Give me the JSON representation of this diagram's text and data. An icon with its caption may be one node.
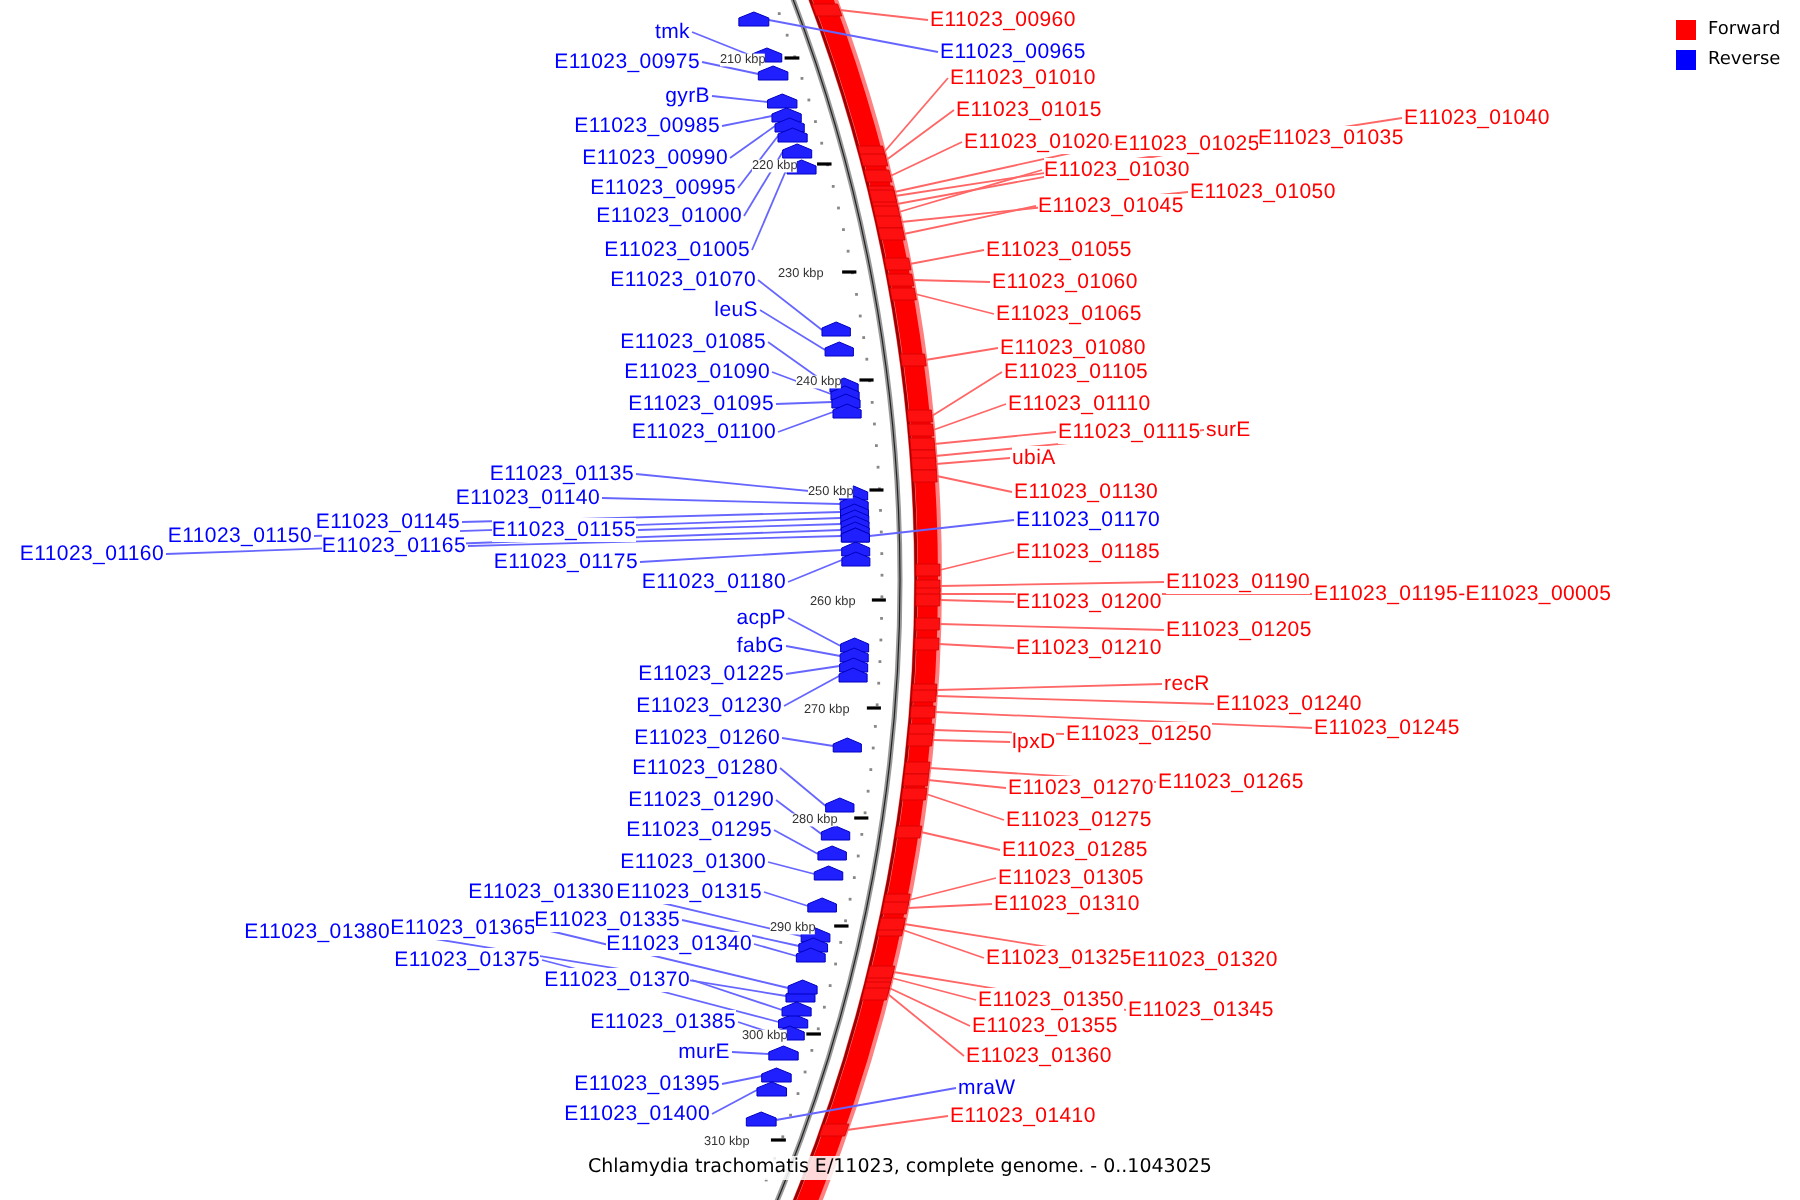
{
  "diagram": {
    "caption": "Chlamydia trachomatis E/11023, complete genome. - 0..1043025",
    "nodes": [
      {
        "text": [
          "tmk"
        ]
      },
      {
        "text": [
          "E11023_00975"
        ]
      },
      {
        "text": [
          "gyrB"
        ]
      },
      {
        "text": [
          "E11023_00985"
        ]
      },
      {
        "text": [
          "E11023_00990"
        ]
      },
      {
        "text": [
          "E11023_00995"
        ]
      },
      {
        "text": [
          "E11023_01000"
        ]
      },
      {
        "text": [
          "E11023_01005"
        ]
      },
      {
        "text": [
          "E11023_01070"
        ]
      },
      {
        "text": [
          "leuS"
        ]
      },
      {
        "text": [
          "E11023_01085"
        ]
      },
      {
        "text": [
          "E11023_01090"
        ]
      },
      {
        "text": [
          "E11023_01095"
        ]
      },
      {
        "text": [
          "E11023_01100"
        ]
      },
      {
        "text": [
          "E11023_01135"
        ]
      },
      {
        "text": [
          "E11023_01140"
        ]
      },
      {
        "text": [
          "E11023_01145"
        ]
      },
      {
        "text": [
          "E11023_01150"
        ]
      },
      {
        "text": [
          "E11023_01155"
        ]
      },
      {
        "text": [
          "E11023_01160"
        ]
      },
      {
        "text": [
          "E11023_01165"
        ]
      },
      {
        "text": [
          "E11023_01175"
        ]
      },
      {
        "text": [
          "E11023_01180"
        ]
      },
      {
        "text": [
          "acpP"
        ]
      },
      {
        "text": [
          "fabG"
        ]
      },
      {
        "text": [
          "E11023_01225"
        ]
      },
      {
        "text": [
          "E11023_01230"
        ]
      },
      {
        "text": [
          "E11023_01260"
        ]
      },
      {
        "text": [
          "E11023_01280"
        ]
      },
      {
        "text": [
          "E11023_01290"
        ]
      },
      {
        "text": [
          "E11023_01295"
        ]
      },
      {
        "text": [
          "E11023_01300"
        ]
      },
      {
        "text": [
          "E11023_01330"
        ]
      },
      {
        "text": [
          "E11023_01315"
        ]
      },
      {
        "text": [
          "E11023_01380"
        ]
      },
      {
        "text": [
          "E11023_01365"
        ]
      },
      {
        "text": [
          "E11023_01335"
        ]
      },
      {
        "text": [
          "E11023_01340"
        ]
      },
      {
        "text": [
          "E11023_01375"
        ]
      },
      {
        "text": [
          "E11023_01370"
        ]
      },
      {
        "text": [
          "E11023_01385"
        ]
      },
      {
        "text": [
          "murE"
        ]
      },
      {
        "text": [
          "E11023_01395"
        ]
      },
      {
        "text": [
          "E11023_01400"
        ]
      },
      {
        "text": [
          "E11023_00960"
        ]
      },
      {
        "text": [
          "E11023_00965"
        ]
      },
      {
        "text": [
          "E11023_01010"
        ]
      },
      {
        "text": [
          "E11023_01015"
        ]
      },
      {
        "text": [
          "E11023_01020"
        ]
      },
      {
        "text": [
          "E11023_01025"
        ]
      },
      {
        "text": [
          "E11023_01035"
        ]
      },
      {
        "text": [
          "E11023_01040"
        ]
      },
      {
        "text": [
          "E11023_01030"
        ]
      },
      {
        "text": [
          "E11023_01050"
        ]
      },
      {
        "text": [
          "E11023_01045"
        ]
      },
      {
        "text": [
          "E11023_01055"
        ]
      },
      {
        "text": [
          "E11023_01060"
        ]
      },
      {
        "text": [
          "E11023_01065"
        ]
      },
      {
        "text": [
          "E11023_01080"
        ]
      },
      {
        "text": [
          "E11023_01105"
        ]
      },
      {
        "text": [
          "E11023_01110"
        ]
      },
      {
        "text": [
          "E11023_01115"
        ]
      },
      {
        "text": [
          "surE"
        ]
      },
      {
        "text": [
          "ubiA"
        ]
      },
      {
        "text": [
          "E11023_01130"
        ]
      },
      {
        "text": [
          "E11023_01170"
        ]
      },
      {
        "text": [
          "E11023_01185"
        ]
      },
      {
        "text": [
          "E11023_01190"
        ]
      },
      {
        "text": [
          "E11023_01195-E11023_00005"
        ]
      },
      {
        "text": [
          "E11023_01200"
        ]
      },
      {
        "text": [
          "E11023_01205"
        ]
      },
      {
        "text": [
          "E11023_01210"
        ]
      },
      {
        "text": [
          "recR"
        ]
      },
      {
        "text": [
          "E11023_01240"
        ]
      },
      {
        "text": [
          "E11023_01245"
        ]
      },
      {
        "text": [
          "E11023_01250"
        ]
      },
      {
        "text": [
          "lpxD"
        ]
      },
      {
        "text": [
          "E11023_01265"
        ]
      },
      {
        "text": [
          "E11023_01270"
        ]
      },
      {
        "text": [
          "E11023_01275"
        ]
      },
      {
        "text": [
          "E11023_01285"
        ]
      },
      {
        "text": [
          "E11023_01305"
        ]
      },
      {
        "text": [
          "E11023_01310"
        ]
      },
      {
        "text": [
          "E11023_01325"
        ]
      },
      {
        "text": [
          "E11023_01320"
        ]
      },
      {
        "text": [
          "E11023_01350"
        ]
      },
      {
        "text": [
          "E11023_01345"
        ]
      },
      {
        "text": [
          "E11023_01355"
        ]
      },
      {
        "text": [
          "E11023_01360"
        ]
      },
      {
        "text": [
          "mraW"
        ]
      },
      {
        "text": [
          "E11023_01410"
        ]
      },
      {
        "text": [],
        "shape": "block"
      },
      {
        "text": [],
        "shape": "block"
      },
      {
        "text": [],
        "shape": "block"
      },
      {
        "text": [],
        "shape": "block"
      },
      {
        "text": [],
        "shape": "block"
      },
      {
        "text": [],
        "shape": "block"
      },
      {
        "text": [],
        "shape": "block"
      },
      {
        "text": [],
        "shape": "block"
      },
      {
        "text": [],
        "shape": "block"
      },
      {
        "text": [],
        "shape": "block"
      },
      {
        "text": [],
        "shape": "block"
      },
      {
        "text": [],
        "shape": "block"
      },
      {
        "text": [],
        "shape": "block"
      },
      {
        "text": [],
        "shape": "block"
      },
      {
        "text": [],
        "shape": "block"
      },
      {
        "text": [],
        "shape": "block"
      },
      {
        "text": [],
        "shape": "block"
      },
      {
        "text": [],
        "shape": "block"
      },
      {
        "text": [],
        "shape": "block"
      },
      {
        "text": [],
        "shape": "block"
      },
      {
        "text": [],
        "shape": "block"
      },
      {
        "text": [],
        "shape": "block"
      },
      {
        "text": [],
        "shape": "block"
      },
      {
        "text": [],
        "shape": "block"
      },
      {
        "text": [],
        "shape": "block"
      },
      {
        "text": [],
        "shape": "block"
      },
      {
        "text": [],
        "shape": "block"
      },
      {
        "text": [],
        "shape": "block"
      },
      {
        "text": [],
        "shape": "block"
      },
      {
        "text": [],
        "shape": "block"
      },
      {
        "text": [],
        "shape": "block"
      },
      {
        "text": [],
        "shape": "block"
      },
      {
        "text": [],
        "shape": "block"
      },
      {
        "text": [],
        "shape": "block"
      },
      {
        "text": [],
        "shape": "block"
      },
      {
        "text": [],
        "shape": "block"
      },
      {
        "text": [],
        "shape": "block"
      },
      {
        "text": [],
        "shape": "block"
      },
      {
        "text": [],
        "shape": "block"
      },
      {
        "text": [],
        "shape": "block"
      },
      {
        "text": [],
        "shape": "block"
      },
      {
        "text": [],
        "shape": "block"
      },
      {
        "text": [],
        "shape": "block"
      },
      {
        "text": [],
        "shape": "block"
      },
      {
        "text": [],
        "shape": "block"
      },
      {
        "text": [],
        "shape": "block"
      },
      {
        "text": [],
        "shape": "block"
      },
      {
        "text": [],
        "shape": "block"
      },
      {
        "text": [],
        "shape": "block"
      },
      {
        "text": [],
        "shape": "block"
      },
      {
        "text": [],
        "shape": "block"
      },
      {
        "text": [],
        "shape": "block"
      },
      {
        "text": [],
        "shape": "block"
      },
      {
        "text": [],
        "shape": "block"
      },
      {
        "text": [],
        "shape": "block"
      },
      {
        "text": [],
        "shape": "block"
      },
      {
        "text": [],
        "shape": "block"
      },
      {
        "text": [],
        "shape": "block"
      },
      {
        "text": [],
        "shape": "block"
      },
      {
        "text": [],
        "shape": "block"
      },
      {
        "text": [],
        "shape": "block"
      },
      {
        "text": [],
        "shape": "block"
      },
      {
        "text": [],
        "shape": "block"
      },
      {
        "text": [],
        "shape": "block"
      },
      {
        "text": [],
        "shape": "block"
      },
      {
        "text": [],
        "shape": "block"
      },
      {
        "text": [],
        "shape": "block"
      },
      {
        "text": [],
        "shape": "block"
      },
      {
        "text": [],
        "shape": "block"
      },
      {
        "text": [],
        "shape": "block"
      },
      {
        "text": [],
        "shape": "block"
      },
      {
        "text": [],
        "shape": "block"
      },
      {
        "text": [],
        "shape": "block"
      },
      {
        "text": [],
        "shape": "block"
      },
      {
        "text": [],
        "shape": "block"
      },
      {
        "text": [],
        "shape": "block"
      },
      {
        "text": [],
        "shape": "block"
      },
      {
        "text": [],
        "shape": "block"
      },
      {
        "text": [],
        "shape": "block"
      },
      {
        "text": [],
        "shape": "block"
      },
      {
        "text": [],
        "shape": "block"
      },
      {
        "text": [],
        "shape": "block"
      },
      {
        "text": [],
        "shape": "block"
      },
      {
        "text": [],
        "shape": "block"
      },
      {
        "text": [],
        "shape": "block"
      },
      {
        "text": [],
        "shape": "block"
      },
      {
        "text": [],
        "shape": "block"
      },
      {
        "text": [],
        "shape": "block"
      },
      {
        "text": [],
        "shape": "block"
      },
      {
        "text": [],
        "shape": "block"
      },
      {
        "text": [],
        "shape": "block"
      }
    ],
    "edges": [
      {
        "from": 0,
        "to": 91,
        "arrow": "none"
      },
      {
        "from": 1,
        "to": 92,
        "arrow": "none"
      },
      {
        "from": 2,
        "to": 93,
        "arrow": "none"
      },
      {
        "from": 3,
        "to": 94,
        "arrow": "none"
      },
      {
        "from": 4,
        "to": 95,
        "arrow": "none"
      },
      {
        "from": 5,
        "to": 96,
        "arrow": "none"
      },
      {
        "from": 6,
        "to": 97,
        "arrow": "none"
      },
      {
        "from": 7,
        "to": 98,
        "arrow": "none"
      },
      {
        "from": 8,
        "to": 99,
        "arrow": "none"
      },
      {
        "from": 9,
        "to": 100,
        "arrow": "none"
      },
      {
        "from": 10,
        "to": 101,
        "arrow": "none"
      },
      {
        "from": 11,
        "to": 102,
        "arrow": "none"
      },
      {
        "from": 12,
        "to": 103,
        "arrow": "none"
      },
      {
        "from": 13,
        "to": 104,
        "arrow": "none"
      },
      {
        "from": 14,
        "to": 105,
        "arrow": "none"
      },
      {
        "from": 15,
        "to": 106,
        "arrow": "none"
      },
      {
        "from": 16,
        "to": 107,
        "arrow": "none"
      },
      {
        "from": 17,
        "to": 108,
        "arrow": "none"
      },
      {
        "from": 18,
        "to": 109,
        "arrow": "none"
      },
      {
        "from": 19,
        "to": 110,
        "arrow": "none"
      },
      {
        "from": 20,
        "to": 111,
        "arrow": "none"
      },
      {
        "from": 21,
        "to": 112,
        "arrow": "none"
      },
      {
        "from": 22,
        "to": 113,
        "arrow": "none"
      },
      {
        "from": 23,
        "to": 114,
        "arrow": "none"
      },
      {
        "from": 24,
        "to": 115,
        "arrow": "none"
      },
      {
        "from": 25,
        "to": 116,
        "arrow": "none"
      },
      {
        "from": 26,
        "to": 117,
        "arrow": "none"
      },
      {
        "from": 27,
        "to": 118,
        "arrow": "none"
      },
      {
        "from": 28,
        "to": 119,
        "arrow": "none"
      },
      {
        "from": 29,
        "to": 120,
        "arrow": "none"
      },
      {
        "from": 30,
        "to": 121,
        "arrow": "none"
      },
      {
        "from": 31,
        "to": 122,
        "arrow": "none"
      },
      {
        "from": 32,
        "to": 123,
        "arrow": "none"
      },
      {
        "from": 33,
        "to": 124,
        "arrow": "none"
      },
      {
        "from": 34,
        "to": 125,
        "arrow": "none"
      },
      {
        "from": 35,
        "to": 126,
        "arrow": "none"
      },
      {
        "from": 36,
        "to": 127,
        "arrow": "none"
      },
      {
        "from": 37,
        "to": 128,
        "arrow": "none"
      },
      {
        "from": 38,
        "to": 129,
        "arrow": "none"
      },
      {
        "from": 39,
        "to": 130,
        "arrow": "none"
      },
      {
        "from": 40,
        "to": 131,
        "arrow": "none"
      },
      {
        "from": 41,
        "to": 132,
        "arrow": "none"
      },
      {
        "from": 42,
        "to": 133,
        "arrow": "none"
      },
      {
        "from": 43,
        "to": 134,
        "arrow": "none"
      },
      {
        "from": 44,
        "to": 135,
        "arrow": "none",
        "color": "#ff6666"
      },
      {
        "from": 45,
        "to": 136,
        "arrow": "none"
      },
      {
        "from": 46,
        "to": 137,
        "arrow": "none",
        "color": "#ff6666"
      },
      {
        "from": 47,
        "to": 138,
        "arrow": "none",
        "color": "#ff6666"
      },
      {
        "from": 48,
        "to": 139,
        "arrow": "none",
        "color": "#ff6666"
      },
      {
        "from": 49,
        "to": 140,
        "arrow": "none",
        "color": "#ff6666"
      },
      {
        "from": 50,
        "to": 141,
        "arrow": "none",
        "color": "#ff6666"
      },
      {
        "from": 51,
        "to": 142,
        "arrow": "none",
        "color": "#ff6666"
      },
      {
        "from": 52,
        "to": 143,
        "arrow": "none",
        "color": "#ff6666"
      },
      {
        "from": 53,
        "to": 144,
        "arrow": "none",
        "color": "#ff6666"
      },
      {
        "from": 54,
        "to": 145,
        "arrow": "none",
        "color": "#ff6666"
      },
      {
        "from": 55,
        "to": 146,
        "arrow": "none",
        "color": "#ff6666"
      },
      {
        "from": 56,
        "to": 147,
        "arrow": "none",
        "color": "#ff6666"
      },
      {
        "from": 57,
        "to": 148,
        "arrow": "none",
        "color": "#ff6666"
      },
      {
        "from": 58,
        "to": 149,
        "arrow": "none",
        "color": "#ff6666"
      },
      {
        "from": 59,
        "to": 150,
        "arrow": "none",
        "color": "#ff6666"
      },
      {
        "from": 60,
        "to": 151,
        "arrow": "none",
        "color": "#ff6666"
      },
      {
        "from": 61,
        "to": 152,
        "arrow": "none",
        "color": "#ff6666"
      },
      {
        "from": 62,
        "to": 153,
        "arrow": "none",
        "color": "#ff6666"
      },
      {
        "from": 63,
        "to": 154,
        "arrow": "none",
        "color": "#ff6666"
      },
      {
        "from": 64,
        "to": 155,
        "arrow": "none",
        "color": "#ff6666"
      },
      {
        "from": 65,
        "to": 156,
        "arrow": "none"
      },
      {
        "from": 66,
        "to": 157,
        "arrow": "none",
        "color": "#ff6666"
      },
      {
        "from": 67,
        "to": 158,
        "arrow": "none",
        "color": "#ff6666"
      },
      {
        "from": 68,
        "to": 159,
        "arrow": "none",
        "color": "#ff6666"
      },
      {
        "from": 69,
        "to": 160,
        "arrow": "none",
        "color": "#ff6666"
      },
      {
        "from": 70,
        "to": 161,
        "arrow": "none",
        "color": "#ff6666"
      },
      {
        "from": 71,
        "to": 162,
        "arrow": "none",
        "color": "#ff6666"
      },
      {
        "from": 72,
        "to": 163,
        "arrow": "none",
        "color": "#ff6666"
      },
      {
        "from": 73,
        "to": 164,
        "arrow": "none",
        "color": "#ff6666"
      },
      {
        "from": 74,
        "to": 165,
        "arrow": "none",
        "color": "#ff6666"
      },
      {
        "from": 75,
        "to": 166,
        "arrow": "none",
        "color": "#ff6666"
      },
      {
        "from": 76,
        "to": 167,
        "arrow": "none",
        "color": "#ff6666"
      },
      {
        "from": 77,
        "to": 168,
        "arrow": "none",
        "color": "#ff6666"
      },
      {
        "from": 78,
        "to": 169,
        "arrow": "none",
        "color": "#ff6666"
      },
      {
        "from": 79,
        "to": 170,
        "arrow": "none",
        "color": "#ff6666"
      },
      {
        "from": 80,
        "to": 171,
        "arrow": "none",
        "color": "#ff6666"
      },
      {
        "from": 81,
        "to": 172,
        "arrow": "none",
        "color": "#ff6666"
      },
      {
        "from": 82,
        "to": 173,
        "arrow": "none",
        "color": "#ff6666"
      },
      {
        "from": 83,
        "to": 174,
        "arrow": "none",
        "color": "#ff6666"
      },
      {
        "from": 84,
        "to": 175,
        "arrow": "none",
        "color": "#ff6666"
      },
      {
        "from": 85,
        "to": 176,
        "arrow": "none",
        "color": "#ff6666"
      },
      {
        "from": 86,
        "to": 177,
        "arrow": "none",
        "color": "#ff6666"
      },
      {
        "from": 87,
        "to": 178,
        "arrow": "none",
        "color": "#ff6666"
      },
      {
        "from": 88,
        "to": 179,
        "arrow": "none",
        "color": "#ff6666"
      },
      {
        "from": 89,
        "to": 180,
        "arrow": "none"
      },
      {
        "from": 90,
        "to": 181,
        "arrow": "none",
        "color": "#ff6666"
      }
    ],
    "labels": [
      "210 kbp",
      "220 kbp",
      "230 kbp",
      "240 kbp",
      "250 kbp",
      "260 kbp",
      "270 kbp",
      "280 kbp",
      "290 kbp",
      "300 kbp",
      "310 kbp"
    ],
    "legend": [
      {
        "text": "Forward",
        "color": "#ff0000"
      },
      {
        "text": "Reverse",
        "color": "#0000ff"
      }
    ]
  }
}
